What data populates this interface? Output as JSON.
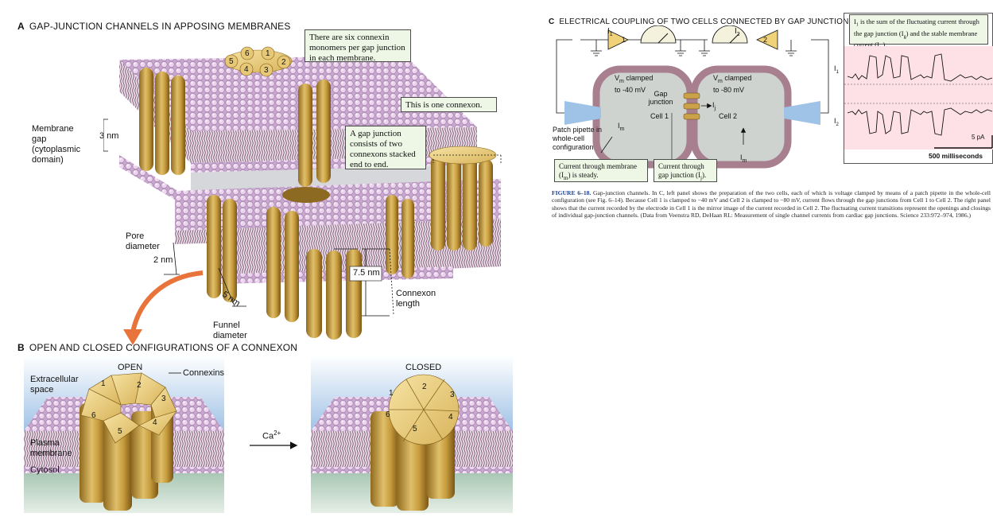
{
  "panel_a": {
    "letter": "A",
    "title": "GAP-JUNCTION CHANNELS IN APPOSING MEMBRANES",
    "callout_connexins": "There are six connexin monomers per gap junction in each membrane.",
    "callout_connexon": "This is one connexon.",
    "callout_gap_junction": "A gap junction consists of two connexons stacked end to end.",
    "membrane_gap_label": "Membrane gap (cytoplasmic domain)",
    "membrane_gap_value": "3 nm",
    "pore_diameter_label": "Pore diameter",
    "pore_diameter_value": "2 nm",
    "funnel_value": "5 nm",
    "funnel_label": "Funnel diameter",
    "connexon_length_value": "7.5 nm",
    "connexon_length_label": "Connexon length",
    "monomer_numbers": [
      "1",
      "2",
      "3",
      "4",
      "5",
      "6"
    ]
  },
  "panel_b": {
    "letter": "B",
    "title": "OPEN AND CLOSED CONFIGURATIONS OF A CONNEXON",
    "open_label": "OPEN",
    "closed_label": "CLOSED",
    "connexins_label": "Connexins",
    "extracellular_label": "Extracellular space",
    "plasma_membrane_label": "Plasma membrane",
    "cytosol_label": "Cytosol",
    "calcium_label": "Ca",
    "calcium_sup": "2+",
    "subunit_numbers": [
      "1",
      "2",
      "3",
      "4",
      "5",
      "6"
    ]
  },
  "panel_c": {
    "letter": "C",
    "title": "ELECTRICAL COUPLING OF TWO CELLS CONNECTED BY GAP JUNCTIONS",
    "i1_label": "I",
    "i1_sub": "1",
    "i2_label": "I",
    "i2_sub": "2",
    "amp1_label": "1",
    "amp2_label": "2",
    "cell1_vm": "V",
    "cell1_vm_sub": "m",
    "cell1_clamp": " clamped",
    "cell1_voltage": "to -40 mV",
    "cell2_vm": "V",
    "cell2_vm_sub": "m",
    "cell2_clamp": " clamped",
    "cell2_voltage": "to -80 mV",
    "cell1_label": "Cell 1",
    "cell2_label": "Cell 2",
    "gap_junction_label": "Gap junction",
    "ij_label": "I",
    "ij_sub": "j",
    "im_label": "I",
    "im_sub": "m",
    "patch_pipette_label": "Patch pipette in whole-cell configuration",
    "callout_membrane_current": "Current through membrane (I",
    "callout_membrane_sub": "m",
    "callout_membrane_end": ") is steady.",
    "callout_gap_current": "Current through gap junction (I",
    "callout_gap_sub": "j",
    "callout_gap_end": ").",
    "trace_callout_1": "I",
    "trace_callout_1_sub": "1",
    "trace_callout_2": " is the sum of the fluctuating current through the gap junction (I",
    "trace_callout_2_sub": "g",
    "trace_callout_3": ") and the stable membrane current (I",
    "trace_callout_3_sub": "m",
    "trace_callout_4": ").",
    "trace_i1": "I",
    "trace_i1_sub": "1",
    "trace_i2": "I",
    "trace_i2_sub": "2",
    "scale_current": "5 pA",
    "scale_time": "500 milliseconds"
  },
  "caption": {
    "figure_label": "FIGURE 6–18.",
    "text": "Gap-junction channels. In C, left panel shows the preparation of the two cells, each of which is voltage clamped by means of a patch pipette in the whole-cell configuration (see Fig. 6–14). Because Cell 1 is clamped to −40 mV and Cell 2 is clamped to −80 mV, current flows through the gap junctions from Cell 1 to Cell 2. The right panel shows that the current recorded by the electrode in Cell 1 is the mirror image of the current recorded in Cell 2. The fluctuating current transitions represent the openings and closings of individual gap-junction channels. (Data from Veenstra RD, DeHaan RL: Measurement of single channel currents from cardiac gap junctions. Science 233:972–974, 1986.)"
  },
  "colors": {
    "connexin_gold": "#c9a24a",
    "lipid_head": "#e3c6e3",
    "callout_bg": "#eef7e6",
    "cell_interior": "#cfd3cf",
    "cell_membrane": "#a87f8f",
    "extracellular_blue": "#9ec3e6",
    "arrow_orange": "#e8743b",
    "trace_bg": "#fde1e6"
  }
}
